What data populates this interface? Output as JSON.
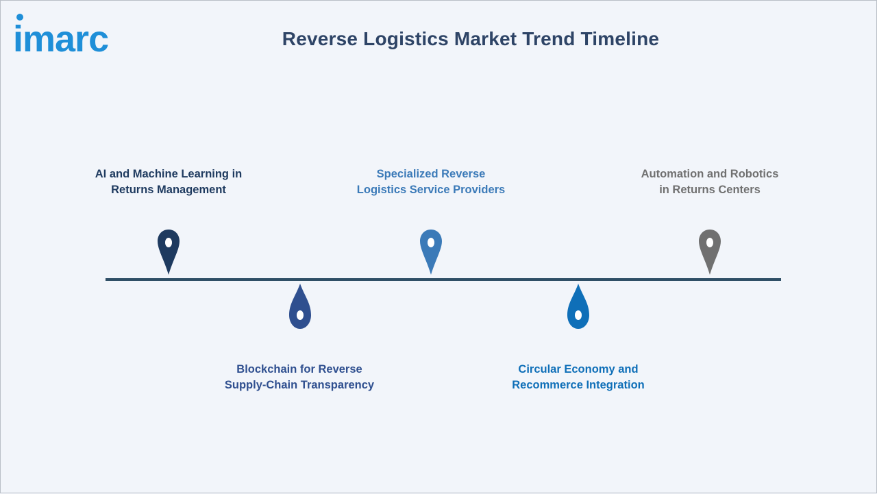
{
  "brand": {
    "logo_text": "imarc"
  },
  "title": "Reverse Logistics Market Trend Timeline",
  "colors": {
    "navy": "#1e3a5f",
    "indigo": "#2f4f8f",
    "mid_blue": "#3b7ab8",
    "bright_blue": "#0f6fb8",
    "gray": "#707070",
    "line": "#2f4f66",
    "logo": "#1f8fd8"
  },
  "milestones": [
    {
      "position": "above",
      "line1": "AI and Machine Learning in",
      "line2": "Returns Management",
      "marker": "location-pin-icon",
      "color": "#1e3a5f"
    },
    {
      "position": "below",
      "line1": "Blockchain for Reverse",
      "line2": "Supply-Chain Transparency",
      "marker": "drop-pin-icon",
      "color": "#2f4f8f"
    },
    {
      "position": "above",
      "line1": "Specialized Reverse",
      "line2": "Logistics Service Providers",
      "marker": "location-pin-icon",
      "color": "#3b7ab8"
    },
    {
      "position": "below",
      "line1": "Circular Economy and",
      "line2": "Recommerce Integration",
      "marker": "drop-pin-icon",
      "color": "#0f6fb8"
    },
    {
      "position": "above",
      "line1": "Automation and Robotics",
      "line2": "in Returns Centers",
      "marker": "location-pin-icon",
      "color": "#707070"
    }
  ]
}
